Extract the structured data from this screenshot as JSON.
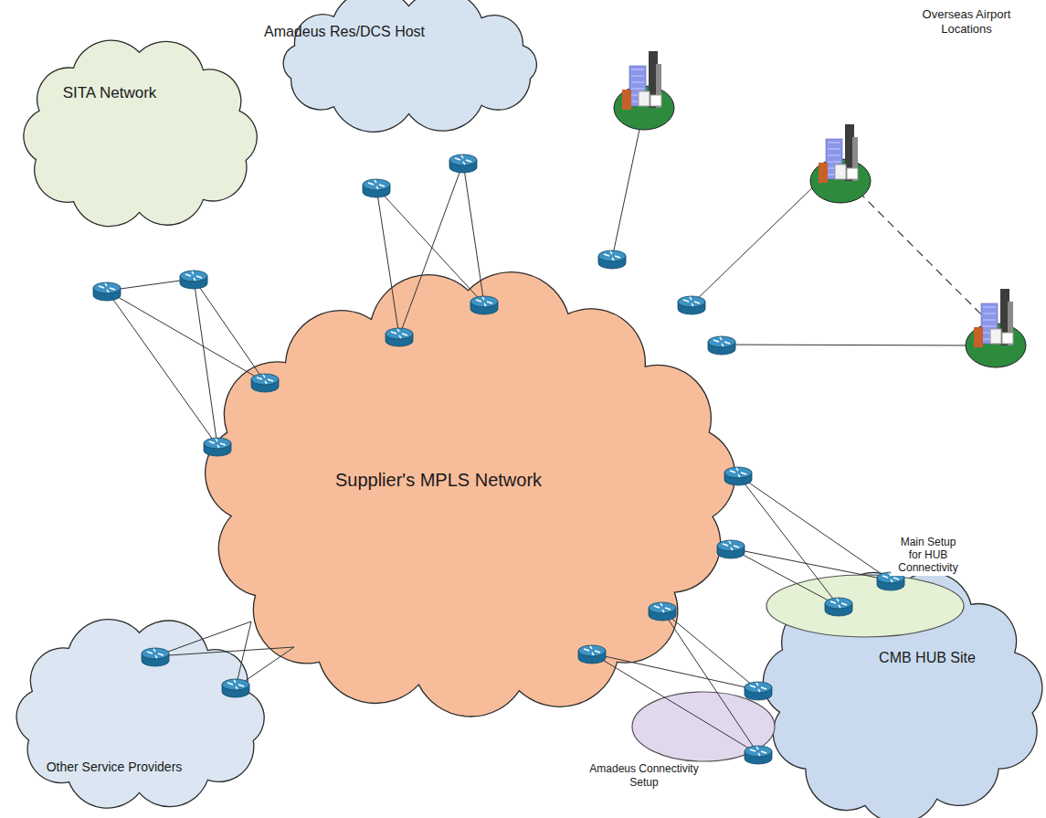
{
  "diagram": {
    "nodes": [
      {
        "text": [
          "Amadeus Res/DCS Host"
        ]
      },
      {
        "text": [
          "SITA Network"
        ]
      },
      {
        "text": [
          "Supplier's MPLS Network"
        ]
      },
      {
        "text": [
          "CMB HUB Site"
        ]
      },
      {
        "text": [
          "Main Setup for HUB Connectivity"
        ]
      },
      {
        "text": [
          "Other Service Providers"
        ]
      },
      {
        "text": [
          "Amadeus Connectivity Setup"
        ]
      }
    ],
    "edges": [
      {
        "from": 1,
        "to": 2,
        "arrow": "none"
      },
      {
        "from": 0,
        "to": 2,
        "arrow": "none"
      },
      {
        "from": 5,
        "to": 2,
        "arrow": "none"
      },
      {
        "from": 2,
        "to": 4,
        "arrow": "none"
      },
      {
        "from": 2,
        "to": 6,
        "arrow": "none"
      }
    ],
    "labels": [
      "Overseas Airport Locations"
    ]
  }
}
